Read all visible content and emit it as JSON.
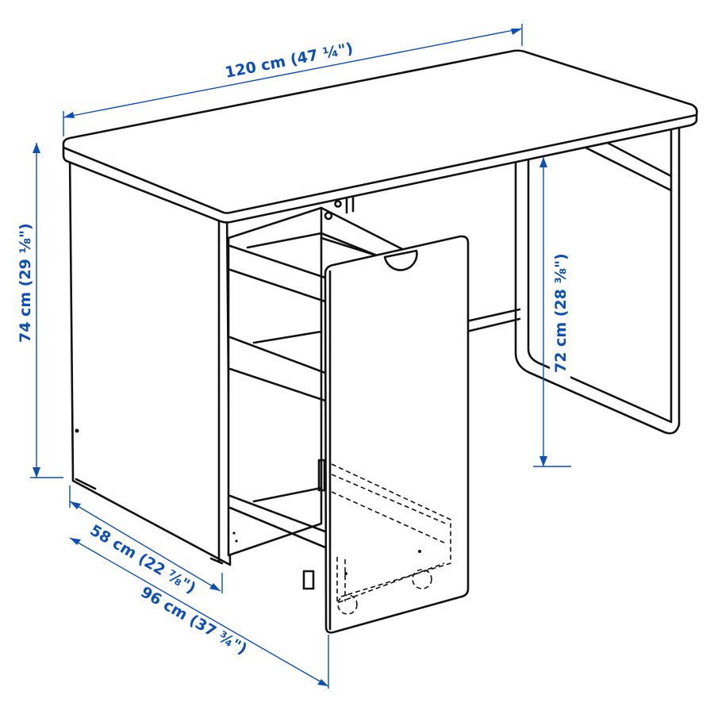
{
  "diagram": {
    "subject": "Desk with pull-out drawer unit on castors",
    "line_color": "#111111",
    "dimension_color": "#0b4fb8",
    "dimensions": {
      "width": "120 cm (47 ¼\")",
      "total_height": "74 cm (29 ⅛\")",
      "knee_clearance_height": "72 cm (28 ⅜\")",
      "depth": "58 cm (22 ⅞\")",
      "depth_with_drawer_extended": "96 cm (37 ¾\")"
    }
  }
}
